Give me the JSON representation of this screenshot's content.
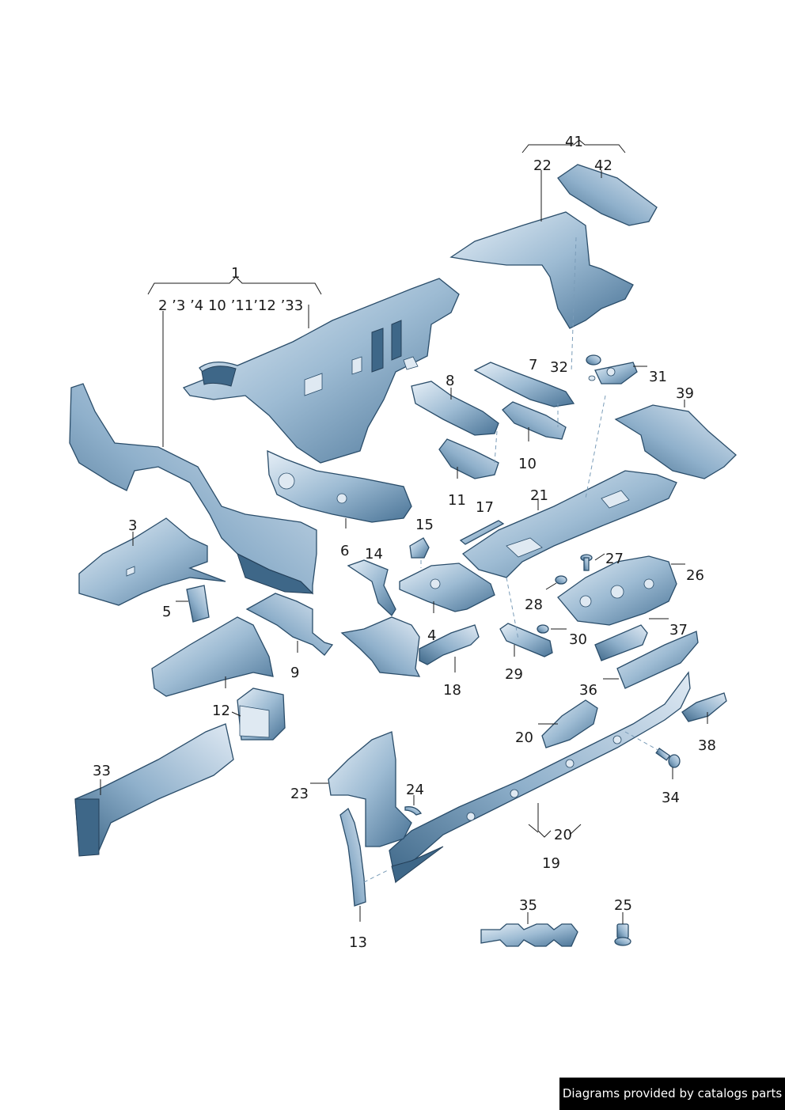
{
  "labels": {
    "l1": "1",
    "l1_sub": "2 ’3 ’4  10 ’11’12 ’33",
    "l3": "3",
    "l4": "4",
    "l5": "5",
    "l6": "6",
    "l7": "7",
    "l8": "8",
    "l9": "9",
    "l10": "10",
    "l11": "11",
    "l12": "12",
    "l13": "13",
    "l14": "14",
    "l15": "15",
    "l17": "17",
    "l18": "18",
    "l19": "19",
    "l20a": "20",
    "l20b": "20",
    "l21": "21",
    "l22": "22",
    "l23": "23",
    "l24": "24",
    "l25": "25",
    "l26": "26",
    "l27": "27",
    "l28": "28",
    "l29": "29",
    "l30": "30",
    "l31": "31",
    "l32": "32",
    "l33": "33",
    "l34": "34",
    "l35": "35",
    "l36": "36",
    "l37": "37",
    "l38": "38",
    "l39": "39",
    "l41": "41",
    "l42": "42"
  },
  "footer": {
    "text": "Diagrams provided by catalogs parts"
  },
  "colors": {
    "steel_light": "#e3edf6",
    "steel_mid": "#8fb0cb",
    "steel_dark": "#3e6788",
    "outline": "#2a4d6a"
  }
}
